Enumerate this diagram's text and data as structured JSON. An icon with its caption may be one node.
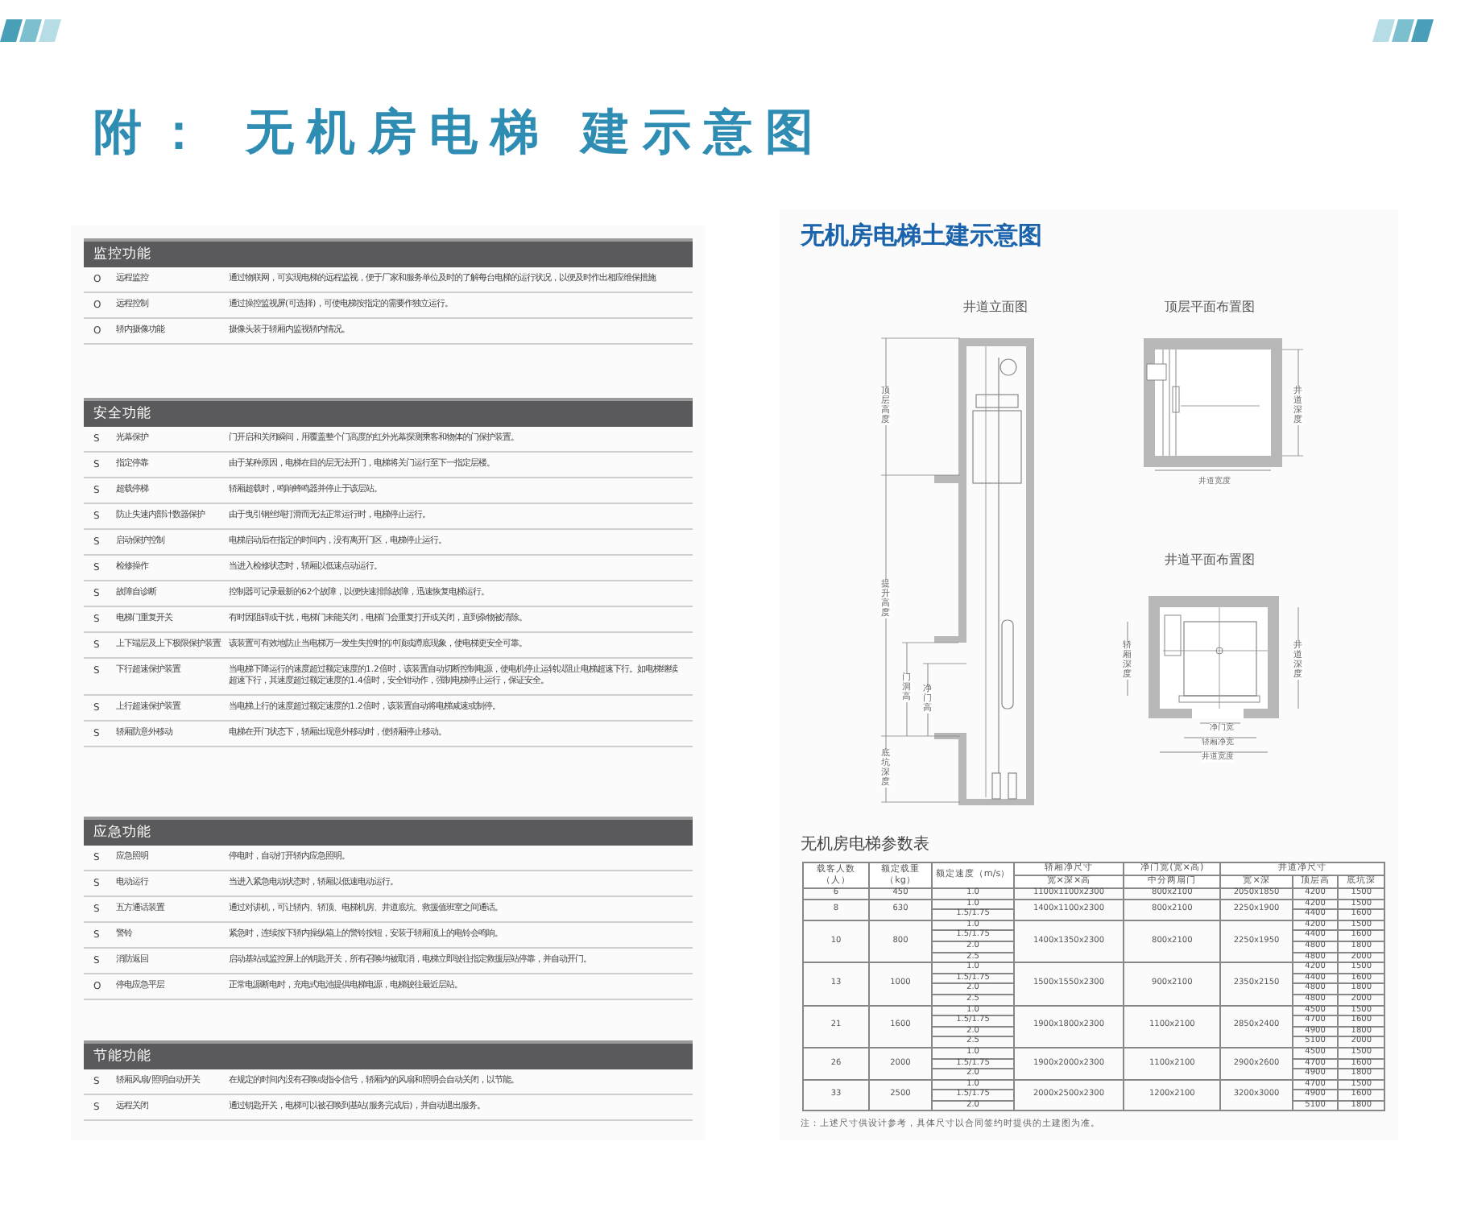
{
  "diagram": {
    "title": "附： 无机房电梯 建示意图",
    "labels": [
      "监控功能",
      "O",
      "远程监控",
      "通过物联网，可实现电梯的远程监视，便于厂家和服务单位及时的了解每台电梯的运行状况，以便及时作出相应维保措施",
      "O",
      "远程控制",
      "通过操控监视屏(可选择)，可使电梯按指定的需要作独立运行。",
      "O",
      "轿内摄像功能",
      "摄像头装于轿厢内监视轿内情况。",
      "安全功能",
      "S",
      "光幕保护",
      "门开启和关闭瞬间，用覆盖整个门高度的红外光幕探测乘客和物体的门保护装置。",
      "S",
      "指定停靠",
      "由于某种原因，电梯在目的层无法开门，电梯将关门运行至下一指定层楼。",
      "S",
      "超载停梯",
      "轿厢超载时，鸣响蜂鸣器并停止于该层站。",
      "S",
      "防止失速内部计数器保护",
      "由于曳引钢丝绳打滑而无法正常运行时，电梯停止运行。",
      "S",
      "启动保护控制",
      "电梯启动后在指定的时间内，没有离开门区，电梯停止运行。",
      "S",
      "检修操作",
      "当进入检修状态时，轿厢以低速点动运行。",
      "S",
      "故障自诊断",
      "控制器可记录最新的62个故障，以便快速排除故障，迅速恢复电梯运行。",
      "S",
      "电梯门重复开关",
      "有时因阻碍或干扰，电梯门未能关闭，电梯门会重复打开或关闭，直到杂物被清除。",
      "S",
      "上下端层及上下极限保护装置",
      "该装置可有效地防止当电梯万一发生失控时的冲顶或蹲底现象，使电梯更安全可靠。",
      "S",
      "下行超速保护装置",
      "当电梯下降运行的速度超过额定速度的1.2倍时，该装置自动切断控制电源，使电机停止运转以阻止电梯超速下行。如电梯继续超速下行，其速度超过额定速度的1.4倍时，安全钳动作，强制电梯停止运行，保证安全。",
      "S",
      "上行超速保护装置",
      "当电梯上行的速度超过额定速度的1.2倍时，该装置自动将电梯减速或制停。",
      "S",
      "轿厢防意外移动",
      "电梯在开门状态下，轿厢出现意外移动时，使轿厢停止移动。",
      "应急功能",
      "S",
      "应急照明",
      "停电时，自动打开轿内应急照明。",
      "S",
      "电动运行",
      "当进入紧急电动状态时，轿厢以低速电动运行。",
      "S",
      "五方通话装置",
      "通过对讲机，可让轿内、轿顶、电梯机房、井道底坑、救援值班室之间通话。",
      "S",
      "警铃",
      "紧急时，连续按下轿内操纵箱上的警铃按钮，安装于轿厢顶上的电铃会鸣响。",
      "S",
      "消防返回",
      "启动基站或监控屏上的钥匙开关，所有召唤均被取消，电梯立即驶往指定救援层站停靠，并自动开门。",
      "O",
      "停电应急平层",
      "正常电源断电时，充电式电池提供电梯电源，电梯驶往最近层站。",
      "节能功能",
      "S",
      "轿厢风扇/照明自动开关",
      "在规定的时间内没有召唤或指令信号，轿厢内的风扇和照明会自动关闭，以节能。",
      "S",
      "远程关闭",
      "通过钥匙开关，电梯可以被召唤到基站(服务完成后)，并自动退出服务。",
      "无机房电梯土建示意图",
      "井道立面图",
      "顶层高度",
      "提升高度",
      "门洞高",
      "净门高",
      "底坑深度",
      "顶层平面布置图",
      "井道深度",
      "井道宽度",
      "井道平面布置图",
      "轿厢深度",
      "井道深度",
      "净门宽",
      "轿厢净宽",
      "井道宽度",
      "无机房电梯参数表",
      "载客人数（人）",
      "额定载重（kg）",
      "额定速度（m/s）",
      "轿厢净尺寸",
      "净门宽(宽×高)",
      "井道净尺寸",
      "宽×深×高",
      "中分两扇门",
      "宽×深",
      "顶层高",
      "底坑深",
      "6",
      "450",
      "1.0",
      "1100x1100x2300",
      "800x2100",
      "2050x1850",
      "4200",
      "1500",
      "8",
      "630",
      "1.0",
      "1400x1100x2300",
      "800x2100",
      "2250x1900",
      "4200",
      "1500",
      "1.5/1.75",
      "4400",
      "1600",
      "10",
      "800",
      "1.0",
      "1400x1350x2300",
      "800x2100",
      "2250x1950",
      "4200",
      "1500",
      "1.5/1.75",
      "4400",
      "1600",
      "2.0",
      "4800",
      "1800",
      "2.5",
      "4800",
      "2000",
      "13",
      "1000",
      "1.0",
      "1500x1550x2300",
      "900x2100",
      "2350x2150",
      "4200",
      "1500",
      "1.5/1.75",
      "4400",
      "1600",
      "2.0",
      "4800",
      "1800",
      "2.5",
      "4800",
      "2000",
      "21",
      "1600",
      "1.0",
      "1900x1800x2300",
      "1100x2100",
      "2850x2400",
      "4500",
      "1500",
      "1.5/1.75",
      "4700",
      "1600",
      "2.0",
      "4900",
      "1800",
      "2.5",
      "5100",
      "2000",
      "26",
      "2000",
      "1.0",
      "1900x2000x2300",
      "1100x2100",
      "2900x2600",
      "4500",
      "1500",
      "1.5/1.75",
      "4700",
      "1600",
      "2.0",
      "4900",
      "1800",
      "33",
      "2500",
      "1.0",
      "2000x2500x2300",
      "1200x2100",
      "3200x3000",
      "4700",
      "1500",
      "1.5/1.75",
      "4900",
      "1600",
      "2.0",
      "5100",
      "1800",
      "注：上述尺寸供设计参考，具体尺寸以合同签约时提供的土建图为准。"
    ]
  }
}
